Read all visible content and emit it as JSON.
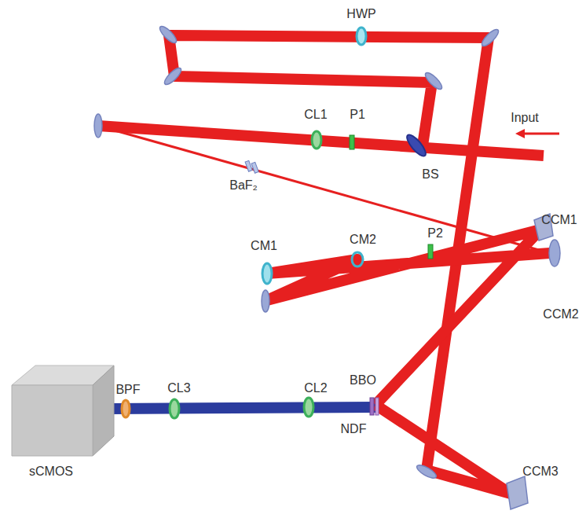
{
  "diagram": {
    "labels": [
      "HWP",
      "Input",
      "CL1",
      "P1",
      "BS",
      "BaF₂",
      "CCM1",
      "P2",
      "CM1",
      "CM2",
      "CCM2",
      "BBO",
      "NDF",
      "CCM3",
      "BPF",
      "CL3",
      "CL2",
      "sCMOS"
    ]
  }
}
